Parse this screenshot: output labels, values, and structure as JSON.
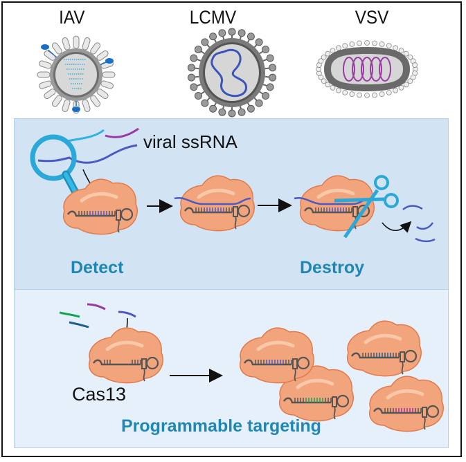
{
  "viruses": [
    {
      "label": "IAV",
      "genome_color": "#2fb3e0",
      "accent_color": "#1a6fc4"
    },
    {
      "label": "LCMV",
      "genome_color": "#3a55b8"
    },
    {
      "label": "VSV",
      "genome_color": "#9a3aa5"
    }
  ],
  "detect_panel": {
    "rna_label": "viral ssRNA",
    "step1_caption": "Detect",
    "step3_caption": "Destroy"
  },
  "program_panel": {
    "protein_label": "Cas13",
    "caption": "Programmable targeting",
    "guide_colors": [
      "#17a354",
      "#9a3aa5",
      "#1d5f8f",
      "#4a5ac0"
    ]
  },
  "colors": {
    "caption": "#1f87b4",
    "protein": "#f2a47c",
    "protein_edge": "#e07a4a",
    "crRNA": "#555555",
    "target_rna": "#4a5ac0",
    "tool": "#2aa8d8"
  }
}
